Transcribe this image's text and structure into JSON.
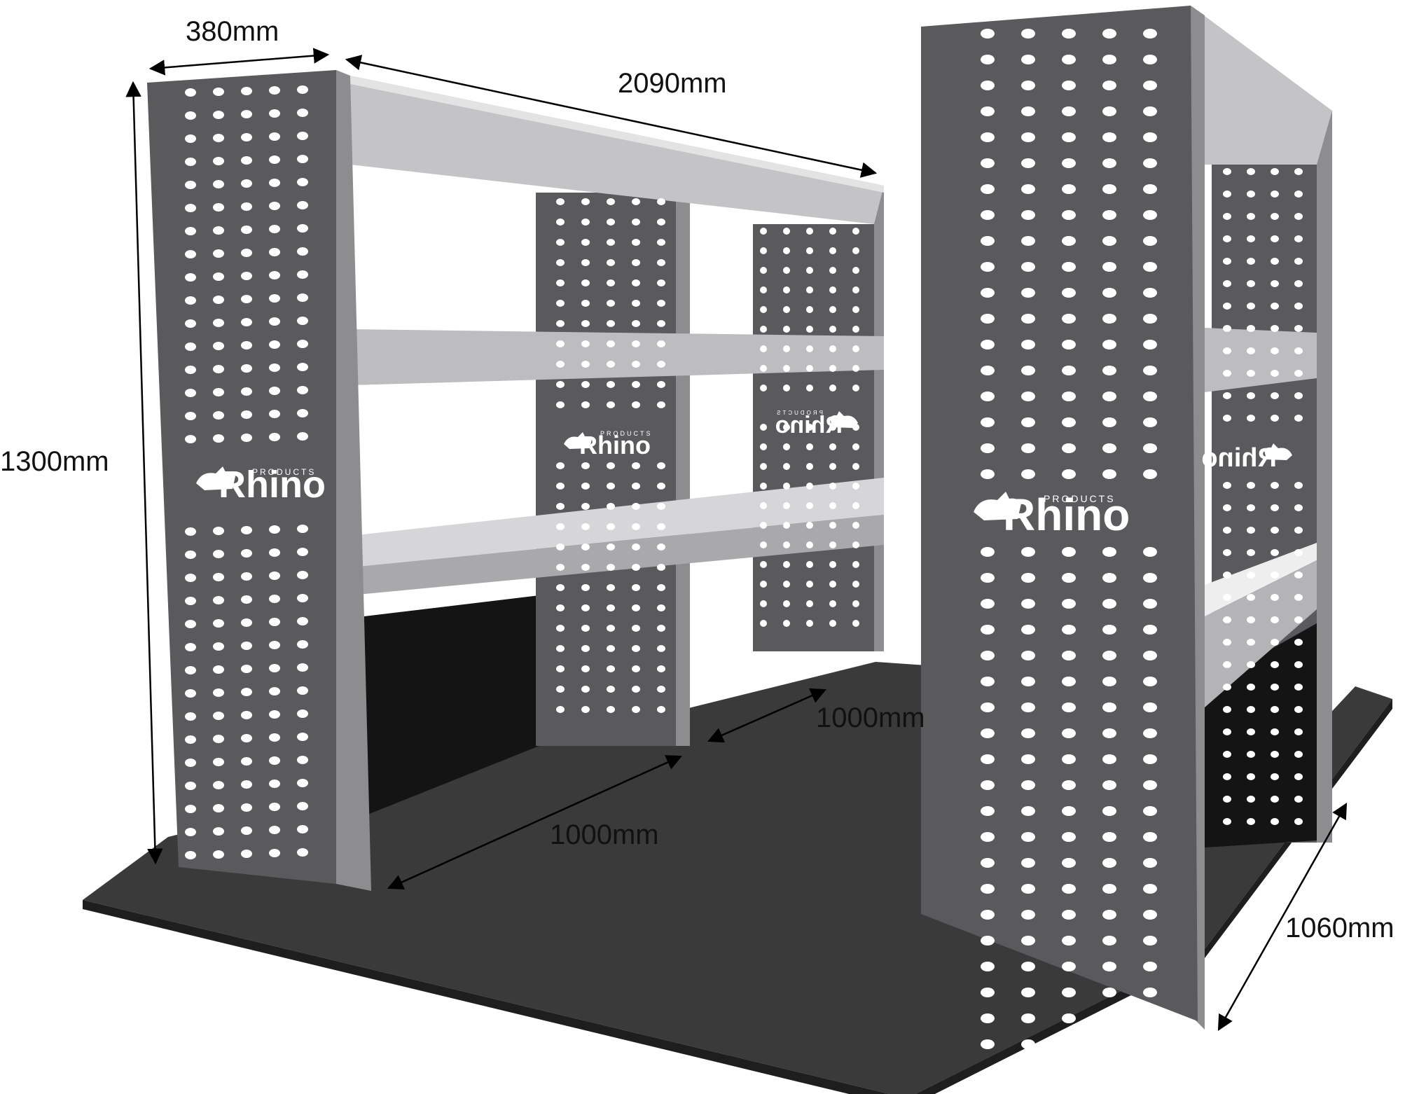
{
  "diagram": {
    "product": "van racking shelving unit",
    "brand": {
      "name": "Rhino",
      "tagline": "PRODUCTS"
    },
    "dimensions": {
      "unit_depth": "380mm",
      "unit_length": "2090mm",
      "unit_height": "1300mm",
      "section_left": "1000mm",
      "section_right": "1000mm",
      "floor_depth": "1060mm"
    }
  },
  "colors": {
    "panel_dark": "#5a5a5c",
    "panel_side": "#9b9b9d",
    "shelf_light": "#bdbdbf",
    "floor": "#3a3a3b",
    "cavity": "#141414",
    "hole": "#ffffff"
  }
}
